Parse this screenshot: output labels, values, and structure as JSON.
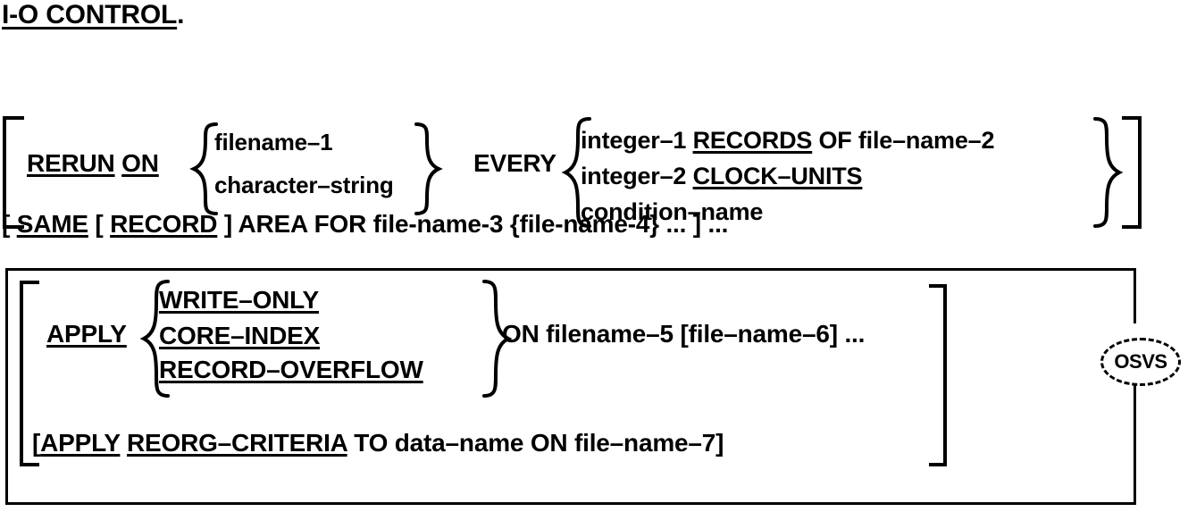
{
  "document": {
    "type": "cobol-syntax-diagram",
    "section_title": "I-O CONTROL.",
    "section_title_underlined_part": "I-O CONTROL",
    "section_title_trailing": "."
  },
  "rerun_clause": {
    "keyword_rerun": "RERUN",
    "keyword_on": "ON",
    "keyword_every": "EVERY",
    "source_options": [
      "filename–1",
      "character–string"
    ],
    "frequency_options": [
      {
        "operand": "integer–1",
        "keyword": "RECORDS",
        "tail": " OF file–name–2"
      },
      {
        "operand": "integer–2",
        "keyword": "CLOCK–UNITS",
        "tail": ""
      },
      {
        "operand": "condition–name",
        "keyword": "",
        "tail": ""
      }
    ],
    "open_bracket": "[",
    "close_bracket": "]",
    "open_brace": "{",
    "close_brace": "}"
  },
  "same_clause": {
    "full_text": "[ SAME [ RECORD ] AREA FOR file-name-3 {file-name-4} ... ] ...",
    "leading": "[ ",
    "keyword_same": "SAME",
    "mid_1": " [ ",
    "keyword_record": "RECORD",
    "mid_2": " ] AREA FOR file-name-3 {file-name-4} ... ] ..."
  },
  "apply_clause": {
    "keyword_apply": "APPLY",
    "options": [
      "WRITE–ONLY",
      "CORE–INDEX",
      "RECORD–OVERFLOW"
    ],
    "on_text": "ON filename–5 [file–name–6] ...",
    "reorg": {
      "leading": "[",
      "keyword_apply": "APPLY",
      "space": " ",
      "keyword_reorg": "REORG–CRITERIA",
      "tail": " TO data–name ON file–name–7]"
    },
    "open_bracket": "[",
    "close_bracket": "]",
    "open_brace": "{",
    "close_brace": "}"
  },
  "annotation": {
    "osvs_label": "OSVS"
  },
  "colors": {
    "ink": "#000000",
    "paper": "#ffffff"
  }
}
